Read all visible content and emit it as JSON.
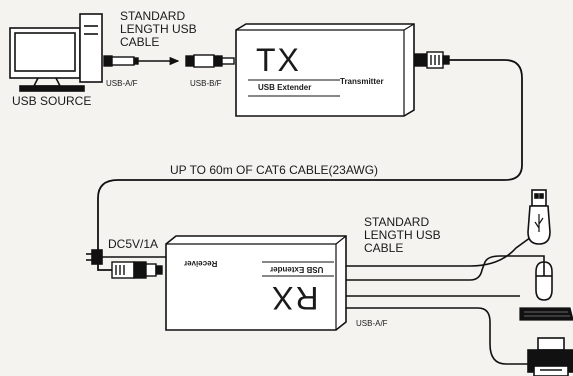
{
  "source": {
    "label": "USB SOURCE"
  },
  "cable_top": {
    "lines": [
      "STANDARD",
      "LENGTH USB",
      "CABLE"
    ]
  },
  "connectors": {
    "usb_af_top": "USB-A/F",
    "usb_bf": "USB-B/F",
    "usb_af_bottom": "USB-A/F"
  },
  "transmitter": {
    "symbol": "TX",
    "name": "USB Extender",
    "role": "Transmitter"
  },
  "link": {
    "label": "UP TO 60m OF CAT6 CABLE(23AWG)"
  },
  "power": {
    "label": "DC5V/1A"
  },
  "receiver": {
    "symbol": "RX",
    "name": "USB Extender",
    "role": "Receiver"
  },
  "cable_bottom": {
    "lines": [
      "STANDARD",
      "LENGTH USB",
      "CABLE"
    ]
  },
  "colors": {
    "line": "#111111",
    "paper": "#f4f3f0",
    "box_fill": "#ffffff"
  }
}
